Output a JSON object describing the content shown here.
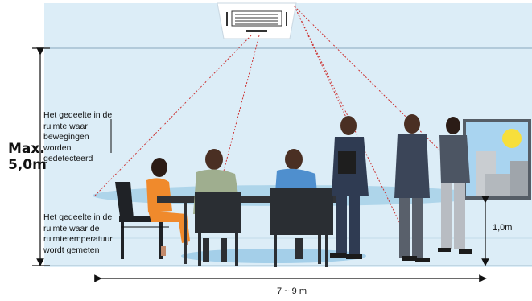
{
  "labels": {
    "max_line1": "Max.",
    "max_line2": "5,0m",
    "motion_area": "Het gedeelte in de ruimte waar bewegingen worden gedetecteerd",
    "temp_area": "Het gedeelte in de ruimte waar de ruimtetemperatuur wordt gemeten",
    "height_right": "1,0m",
    "width_bottom": "7 ~ 9 m"
  },
  "colors": {
    "wall": "#dcedf7",
    "detection_zone": "#9fcce6",
    "dotted_lines": "#cc3333",
    "dimension_lines": "#111111"
  },
  "icons": {
    "ceiling_unit": "ceiling-air-conditioner-icon",
    "window": "window-with-sun-icon"
  }
}
